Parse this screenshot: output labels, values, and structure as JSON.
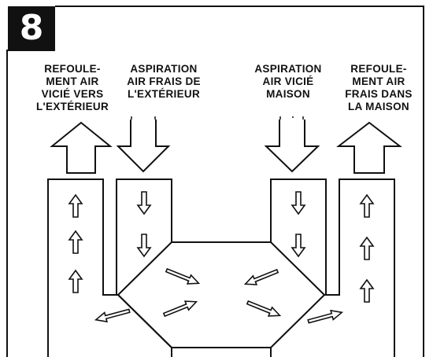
{
  "step_number": "8",
  "labels": {
    "exhaust_out": "REFOULE-\nMENT AIR\nVICIÉ VERS\nL'EXTÉRIEUR",
    "fresh_in": "ASPIRATION\nAIR FRAIS DE\nL'EXTÉRIEUR",
    "stale_in": "ASPIRATION\nAIR VICIÉ\nMAISON",
    "fresh_out": "REFOULE-\nMENT AIR\nFRAIS DANS\nLA MAISON"
  },
  "colors": {
    "line": "#111111",
    "background": "#ffffff"
  }
}
